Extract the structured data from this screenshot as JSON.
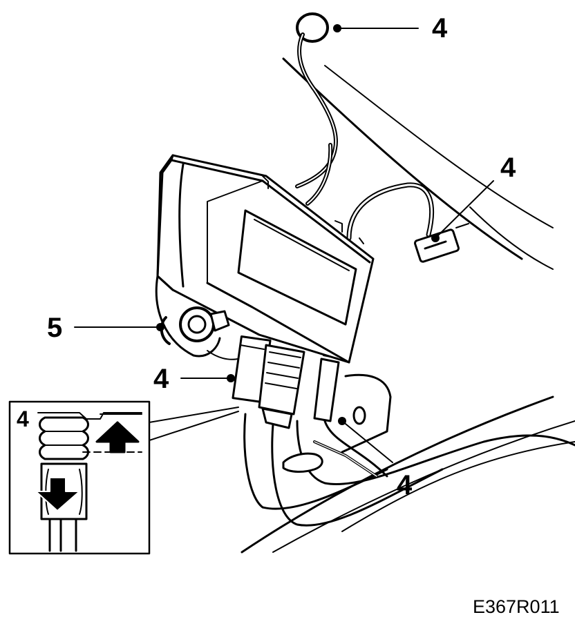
{
  "figure": {
    "drawing_code": "E367R011",
    "callouts": {
      "antenna_top": "4",
      "connector_right": "4",
      "connector_left": "4",
      "harness_lower": "4",
      "inset_label": "4",
      "mounting_nut": "5"
    }
  }
}
